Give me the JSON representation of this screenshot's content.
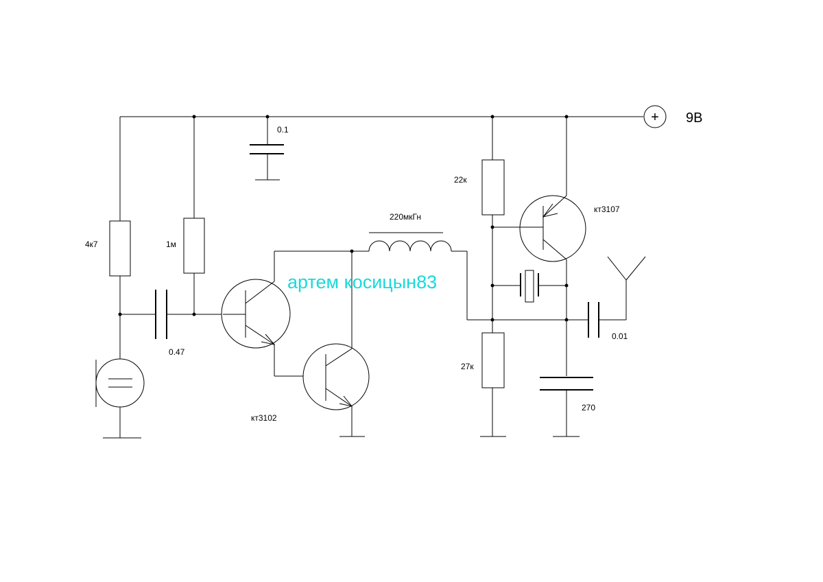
{
  "schematic": {
    "supply": {
      "symbol": "+",
      "label": "9В"
    },
    "capacitors": {
      "c_supply": "0.1",
      "c_input": "0.47",
      "c_output": "0.01",
      "c_tank": "270"
    },
    "resistors": {
      "r_4k7": "4к7",
      "r_1m": "1м",
      "r_22k": "22к",
      "r_27k": "27к"
    },
    "inductor": "220мкГн",
    "transistors": {
      "npn": "кт3102",
      "pnp": "кт3107"
    },
    "watermark": {
      "text": "артем косицын83",
      "color": "#18dada"
    }
  }
}
